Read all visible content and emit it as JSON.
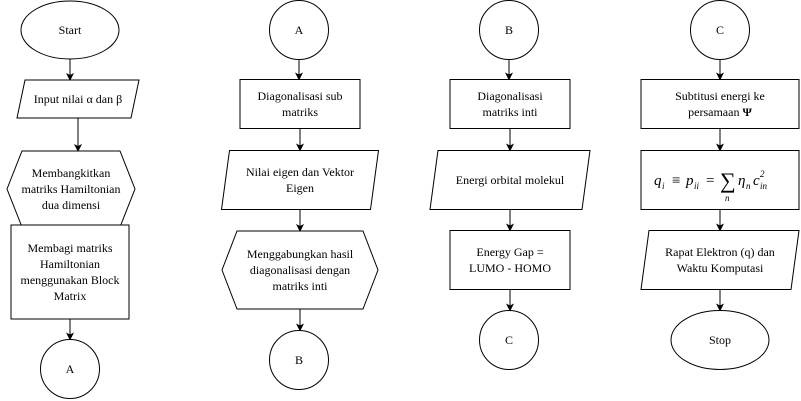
{
  "columns": [
    {
      "id": "col1",
      "nodes": [
        {
          "id": "start",
          "shape": "ellipse",
          "lines": [
            "Start"
          ]
        },
        {
          "id": "input",
          "shape": "parallelogram",
          "lines": [
            "Input nilai α dan β"
          ]
        },
        {
          "id": "hamiltonian",
          "shape": "hexagon",
          "lines": [
            "Membangkitkan",
            "matriks Hamiltonian",
            "dua dimensi"
          ]
        },
        {
          "id": "block",
          "shape": "rect",
          "lines": [
            "Membagi matriks",
            "Hamiltonian",
            "menggunakan Block",
            "Matrix"
          ]
        },
        {
          "id": "conn-a-out",
          "shape": "circle",
          "lines": [
            "A"
          ]
        }
      ]
    },
    {
      "id": "col2",
      "nodes": [
        {
          "id": "conn-a-in",
          "shape": "circle",
          "lines": [
            "A"
          ]
        },
        {
          "id": "diag-sub",
          "shape": "rect",
          "lines": [
            "Diagonalisasi sub",
            "matriks"
          ]
        },
        {
          "id": "eigen",
          "shape": "parallelogram",
          "lines": [
            "Nilai eigen dan Vektor",
            "Eigen"
          ]
        },
        {
          "id": "merge",
          "shape": "hexagon",
          "lines": [
            "Menggabungkan hasil",
            "diagonalisasi dengan",
            "matriks inti"
          ]
        },
        {
          "id": "conn-b-out",
          "shape": "circle",
          "lines": [
            "B"
          ]
        }
      ]
    },
    {
      "id": "col3",
      "nodes": [
        {
          "id": "conn-b-in",
          "shape": "circle",
          "lines": [
            "B"
          ]
        },
        {
          "id": "diag-core",
          "shape": "rect",
          "lines": [
            "Diagonalisasi",
            "matriks inti"
          ]
        },
        {
          "id": "orbital",
          "shape": "parallelogram",
          "lines": [
            "Energi orbital molekul"
          ]
        },
        {
          "id": "gap",
          "shape": "rect",
          "lines": [
            "Energy Gap =",
            "LUMO - HOMO"
          ]
        },
        {
          "id": "conn-c-out",
          "shape": "circle",
          "lines": [
            "C"
          ]
        }
      ]
    },
    {
      "id": "col4",
      "nodes": [
        {
          "id": "conn-c-in",
          "shape": "circle",
          "lines": [
            "C"
          ]
        },
        {
          "id": "substitute",
          "shape": "rect",
          "lines": [
            "Subtitusi energi ke",
            "persamaan Ψ"
          ]
        },
        {
          "id": "formula",
          "shape": "rect-formula",
          "lines": []
        },
        {
          "id": "output",
          "shape": "parallelogram",
          "lines": [
            "Rapat Elektron (q) dan",
            "Waktu Komputasi"
          ]
        },
        {
          "id": "stop",
          "shape": "ellipse",
          "lines": [
            "Stop"
          ]
        }
      ]
    }
  ],
  "formula": {
    "q": "q",
    "q_sub": "i",
    "equiv": "≡",
    "p": "p",
    "p_sub": "ii",
    "eq": "=",
    "sum": "∑",
    "sum_sub": "n",
    "eta": "η",
    "eta_sub": "n",
    "c": "c",
    "c_sub": "in",
    "c_sup": "2"
  },
  "colors": {
    "stroke": "#000000",
    "fill": "#ffffff"
  }
}
